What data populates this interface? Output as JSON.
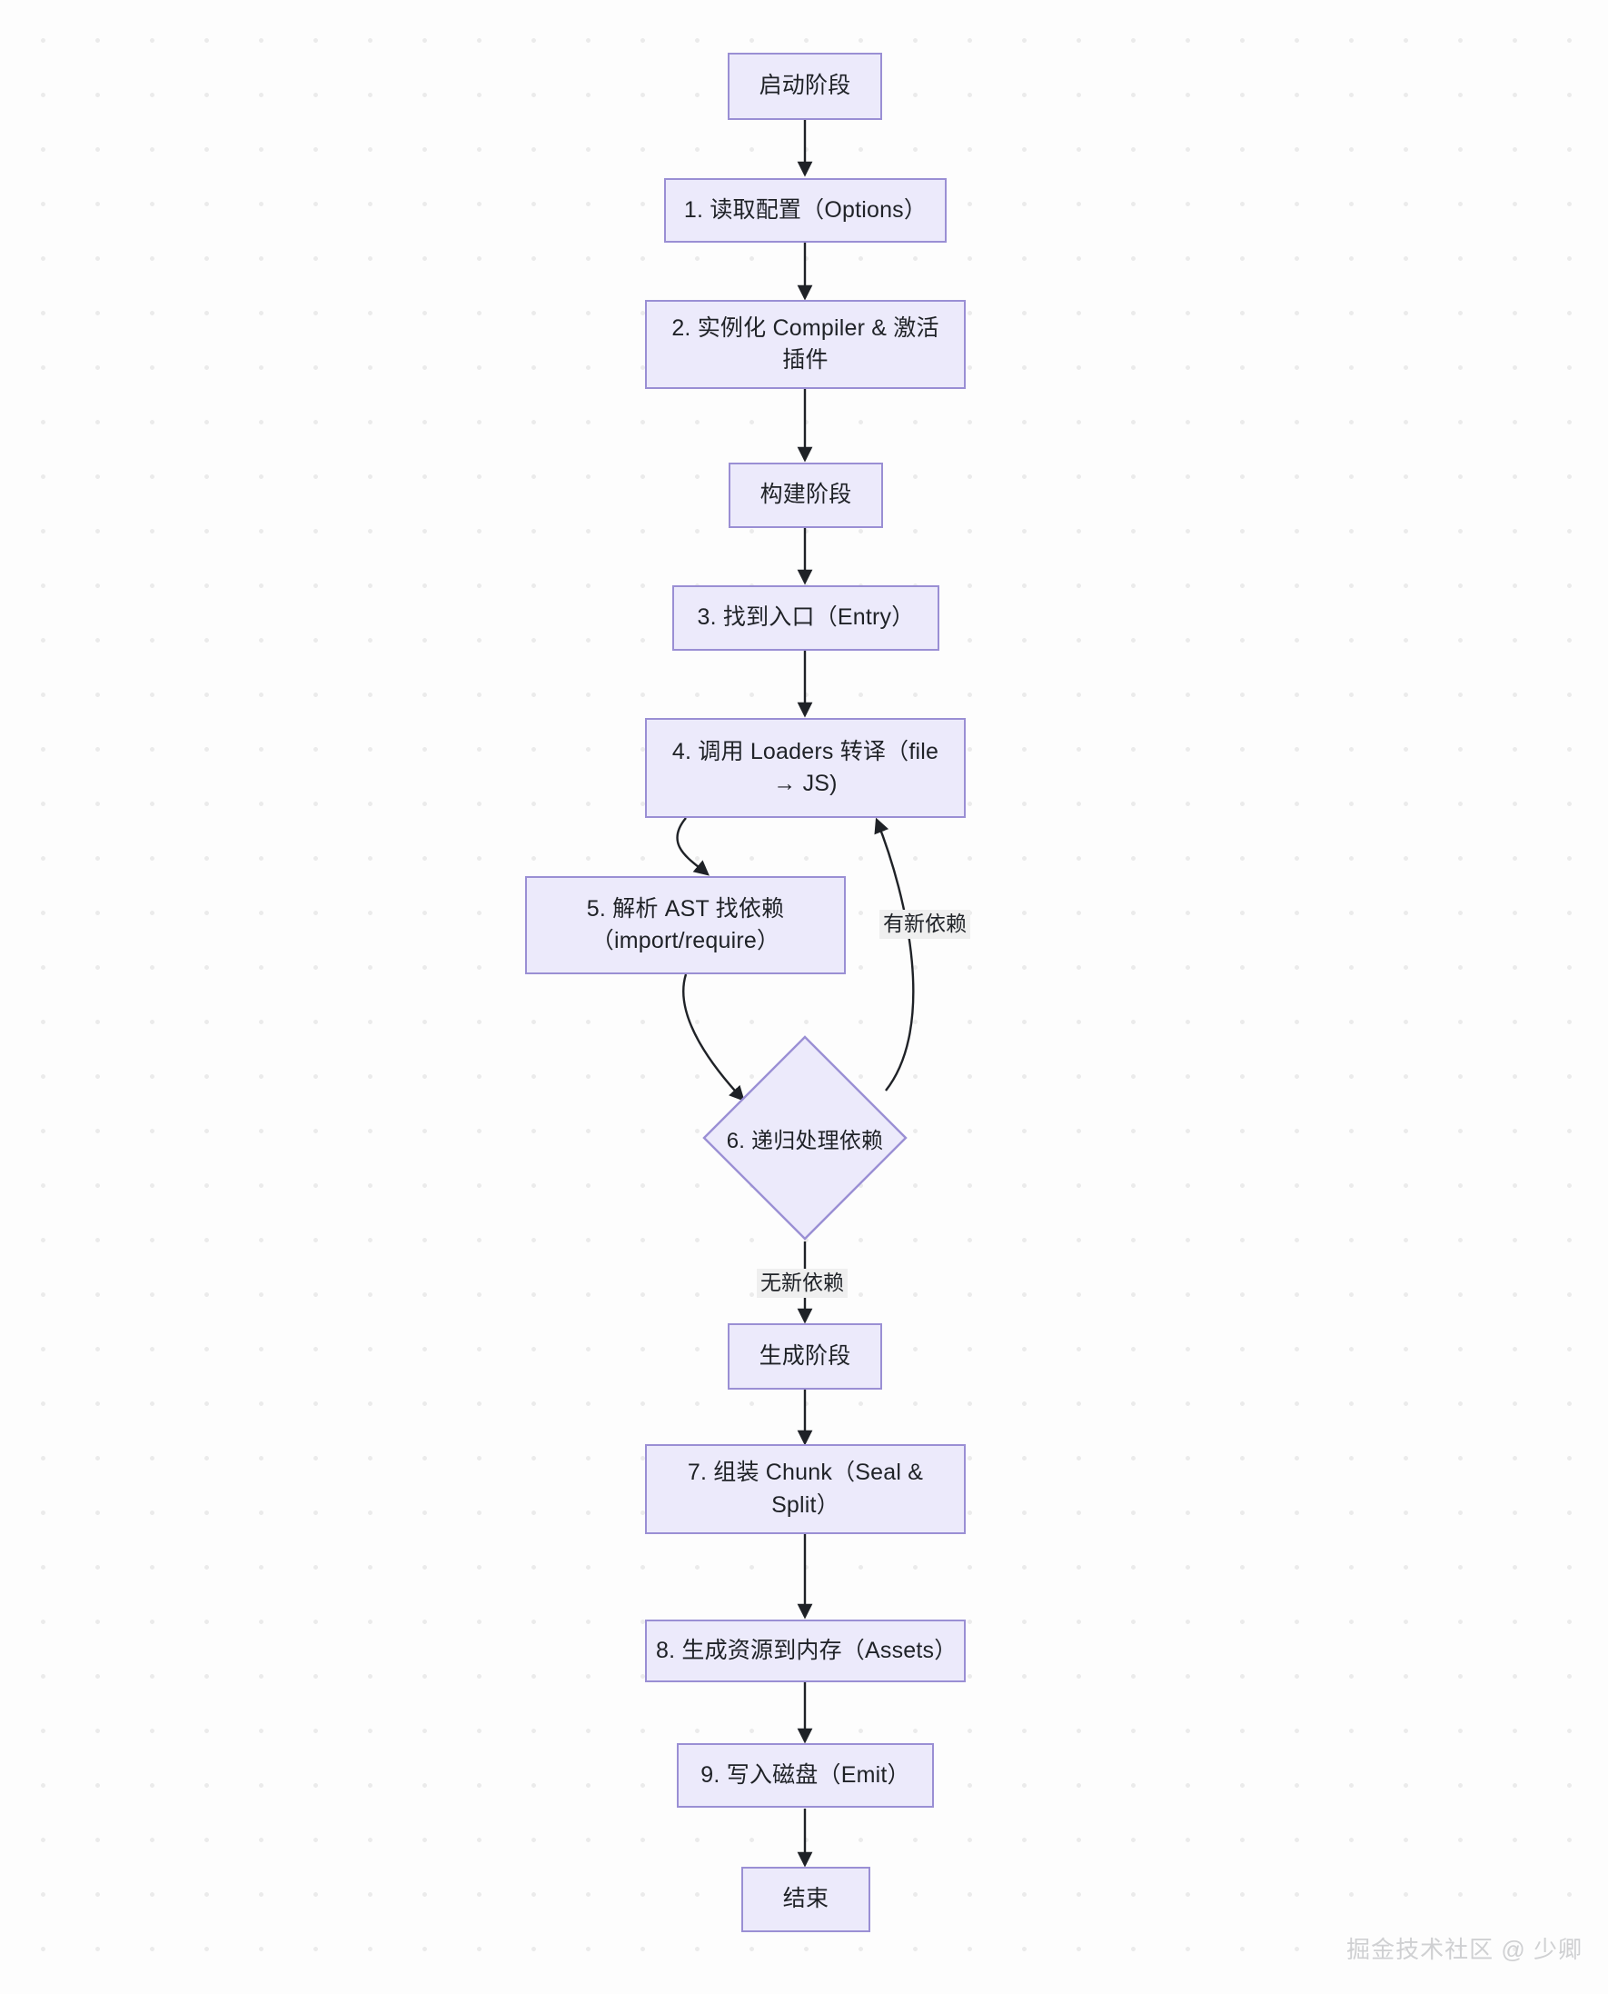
{
  "diagram": {
    "type": "flowchart",
    "direction": "top-to-bottom",
    "title_text": "",
    "colors": {
      "node_fill": "#ECEAFB",
      "node_border": "#9A8FD4",
      "edge_stroke": "#1f2227",
      "text": "#1f2227",
      "background": "#fdfdfd",
      "dot_grid": "#ebebeb",
      "edge_label_bg": "#efefef",
      "watermark": "#cfd0d2"
    },
    "nodes": [
      {
        "id": "n0",
        "shape": "rect",
        "label": "启动阶段"
      },
      {
        "id": "n1",
        "shape": "rect",
        "label": "1. 读取配置（Options）"
      },
      {
        "id": "n2",
        "shape": "rect",
        "label": "2. 实例化 Compiler & 激活\n插件"
      },
      {
        "id": "n3",
        "shape": "rect",
        "label": "构建阶段"
      },
      {
        "id": "n4",
        "shape": "rect",
        "label": "3. 找到入口（Entry）"
      },
      {
        "id": "n5",
        "shape": "rect",
        "label": "4. 调用 Loaders 转译（file\n→ JS)"
      },
      {
        "id": "n6",
        "shape": "rect",
        "label": "5. 解析 AST 找依赖\n（import/require）"
      },
      {
        "id": "n7",
        "shape": "diamond",
        "label": "6. 递归处理依赖"
      },
      {
        "id": "n8",
        "shape": "rect",
        "label": "生成阶段"
      },
      {
        "id": "n9",
        "shape": "rect",
        "label": "7. 组装 Chunk（Seal &\nSplit）"
      },
      {
        "id": "n10",
        "shape": "rect",
        "label": "8. 生成资源到内存（Assets）"
      },
      {
        "id": "n11",
        "shape": "rect",
        "label": "9. 写入磁盘（Emit）"
      },
      {
        "id": "n12",
        "shape": "rect",
        "label": "结束"
      }
    ],
    "edge_labels": {
      "has_new_dependency": "有新依赖",
      "no_new_dependency": "无新依赖"
    }
  },
  "watermark": {
    "text": "掘金技术社区 @ 少卿"
  }
}
